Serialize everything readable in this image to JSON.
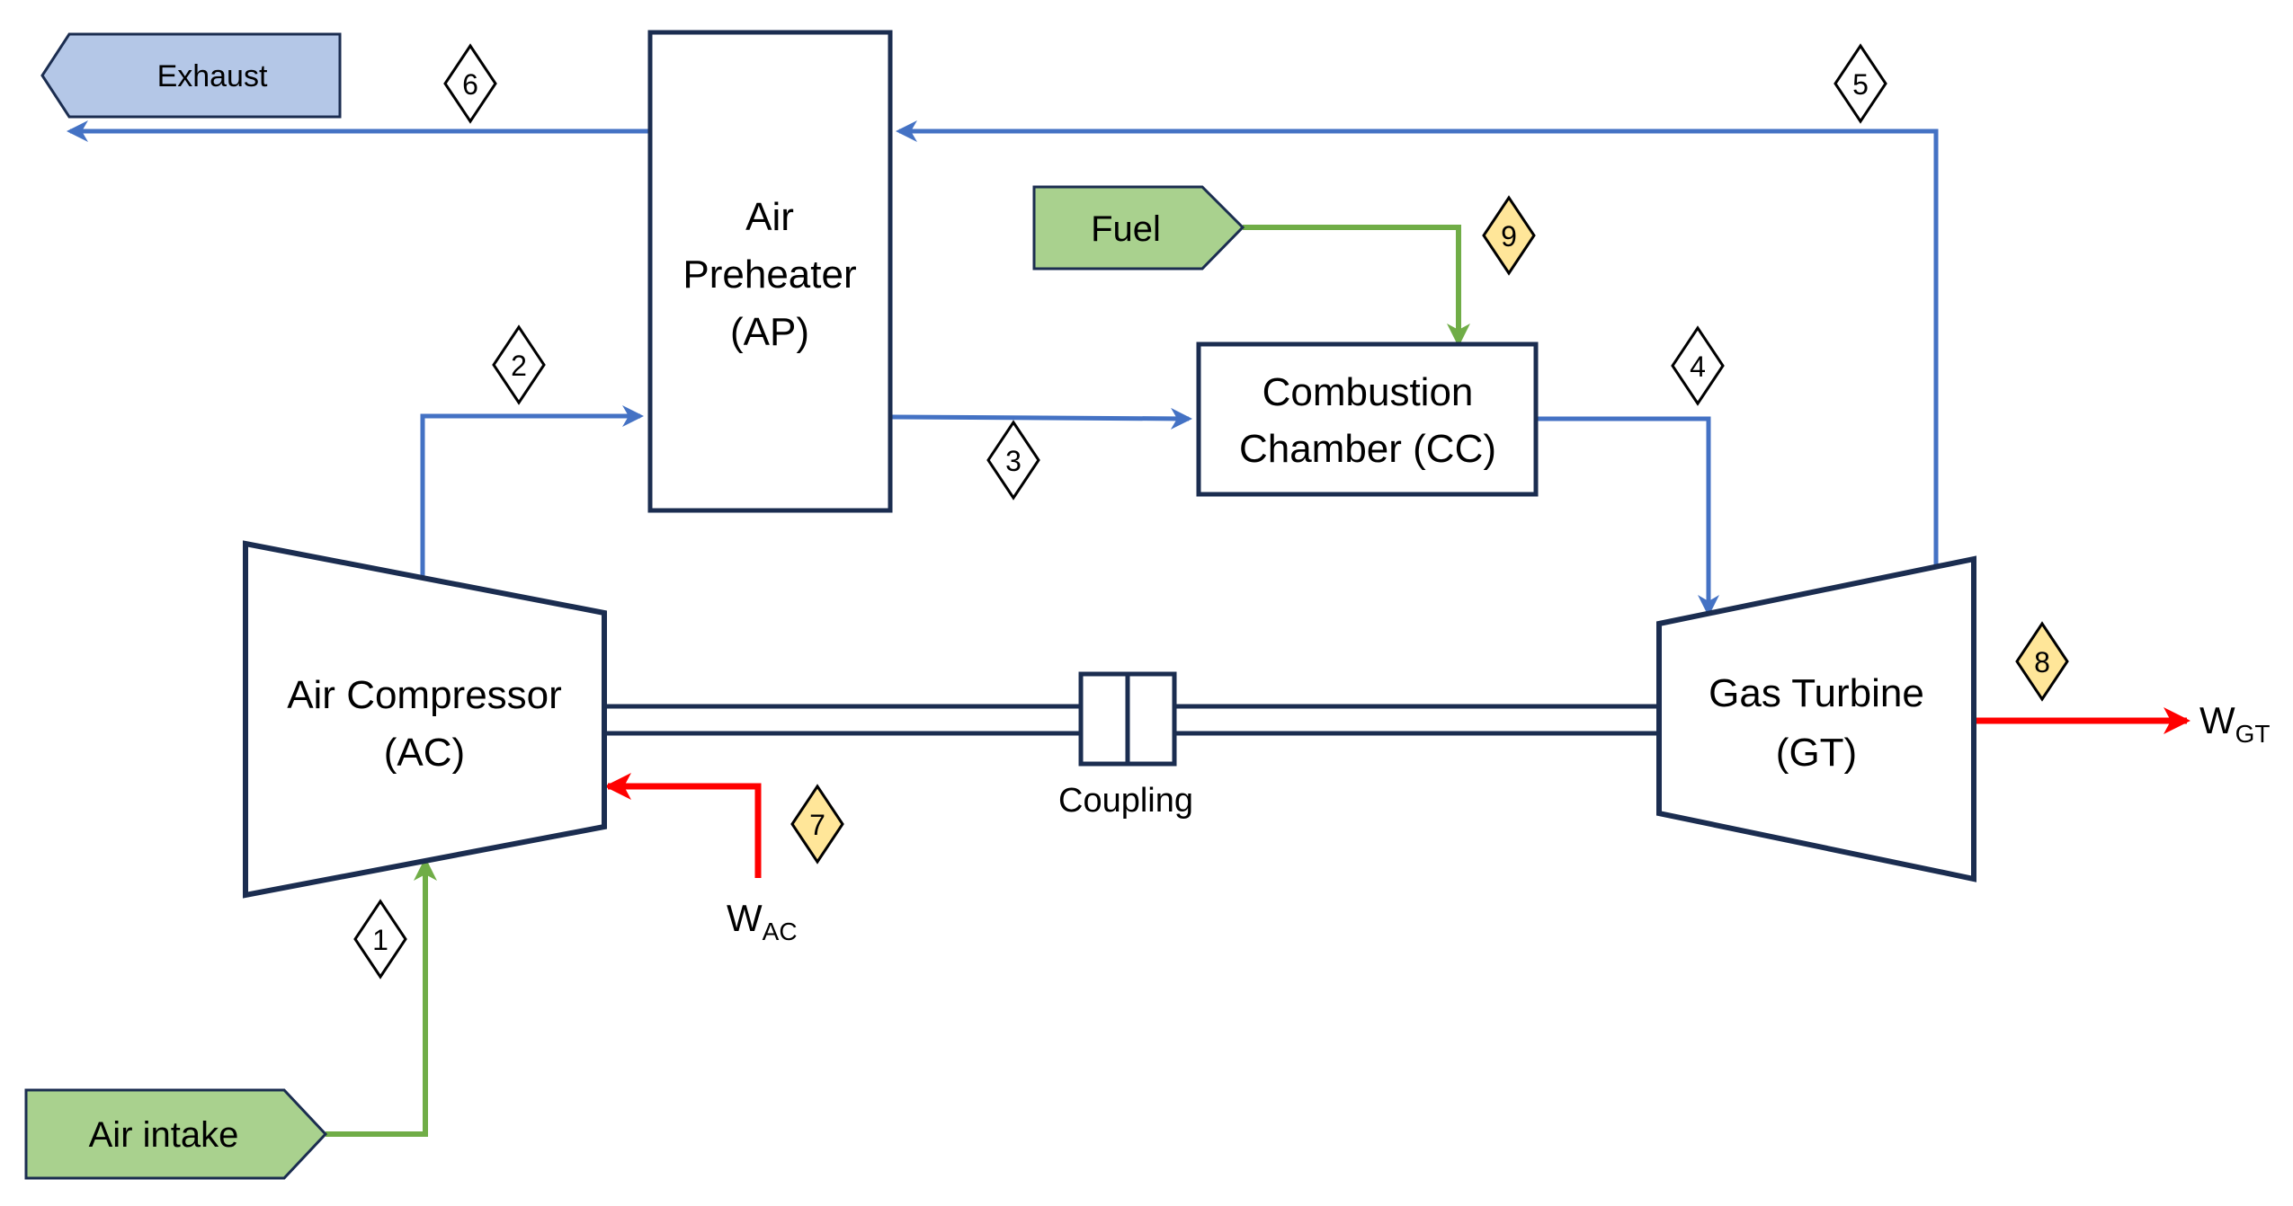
{
  "diagram": {
    "title": "Gas turbine cycle with air preheater",
    "colors": {
      "outline": "#1b2d50",
      "flow_air_gas": "#4472c4",
      "flow_fuel_air_in": "#70ad47",
      "work": "#ff0000",
      "exhaust_fill": "#b4c7e7",
      "inlet_fill": "#a9d18e",
      "marker_work_fill": "#ffe699",
      "marker_plain_fill": "#ffffff"
    },
    "components": {
      "air_preheater": [
        "Air",
        "Preheater",
        "(AP)"
      ],
      "combustion_chamber": [
        "Combustion",
        "Chamber (CC)"
      ],
      "air_compressor": [
        "Air Compressor",
        "(AC)"
      ],
      "gas_turbine": [
        "Gas Turbine",
        "(GT)"
      ],
      "coupling": "Coupling"
    },
    "terminals": {
      "exhaust": "Exhaust",
      "fuel": "Fuel",
      "air_intake": "Air intake"
    },
    "work_labels": {
      "compressor": {
        "main": "W",
        "sub": "AC"
      },
      "turbine": {
        "main": "W",
        "sub": "GT"
      }
    },
    "state_points": [
      {
        "id": "1",
        "type": "flow"
      },
      {
        "id": "2",
        "type": "flow"
      },
      {
        "id": "3",
        "type": "flow"
      },
      {
        "id": "4",
        "type": "flow"
      },
      {
        "id": "5",
        "type": "flow"
      },
      {
        "id": "6",
        "type": "flow"
      },
      {
        "id": "7",
        "type": "work"
      },
      {
        "id": "8",
        "type": "work"
      },
      {
        "id": "9",
        "type": "fuel"
      }
    ]
  }
}
